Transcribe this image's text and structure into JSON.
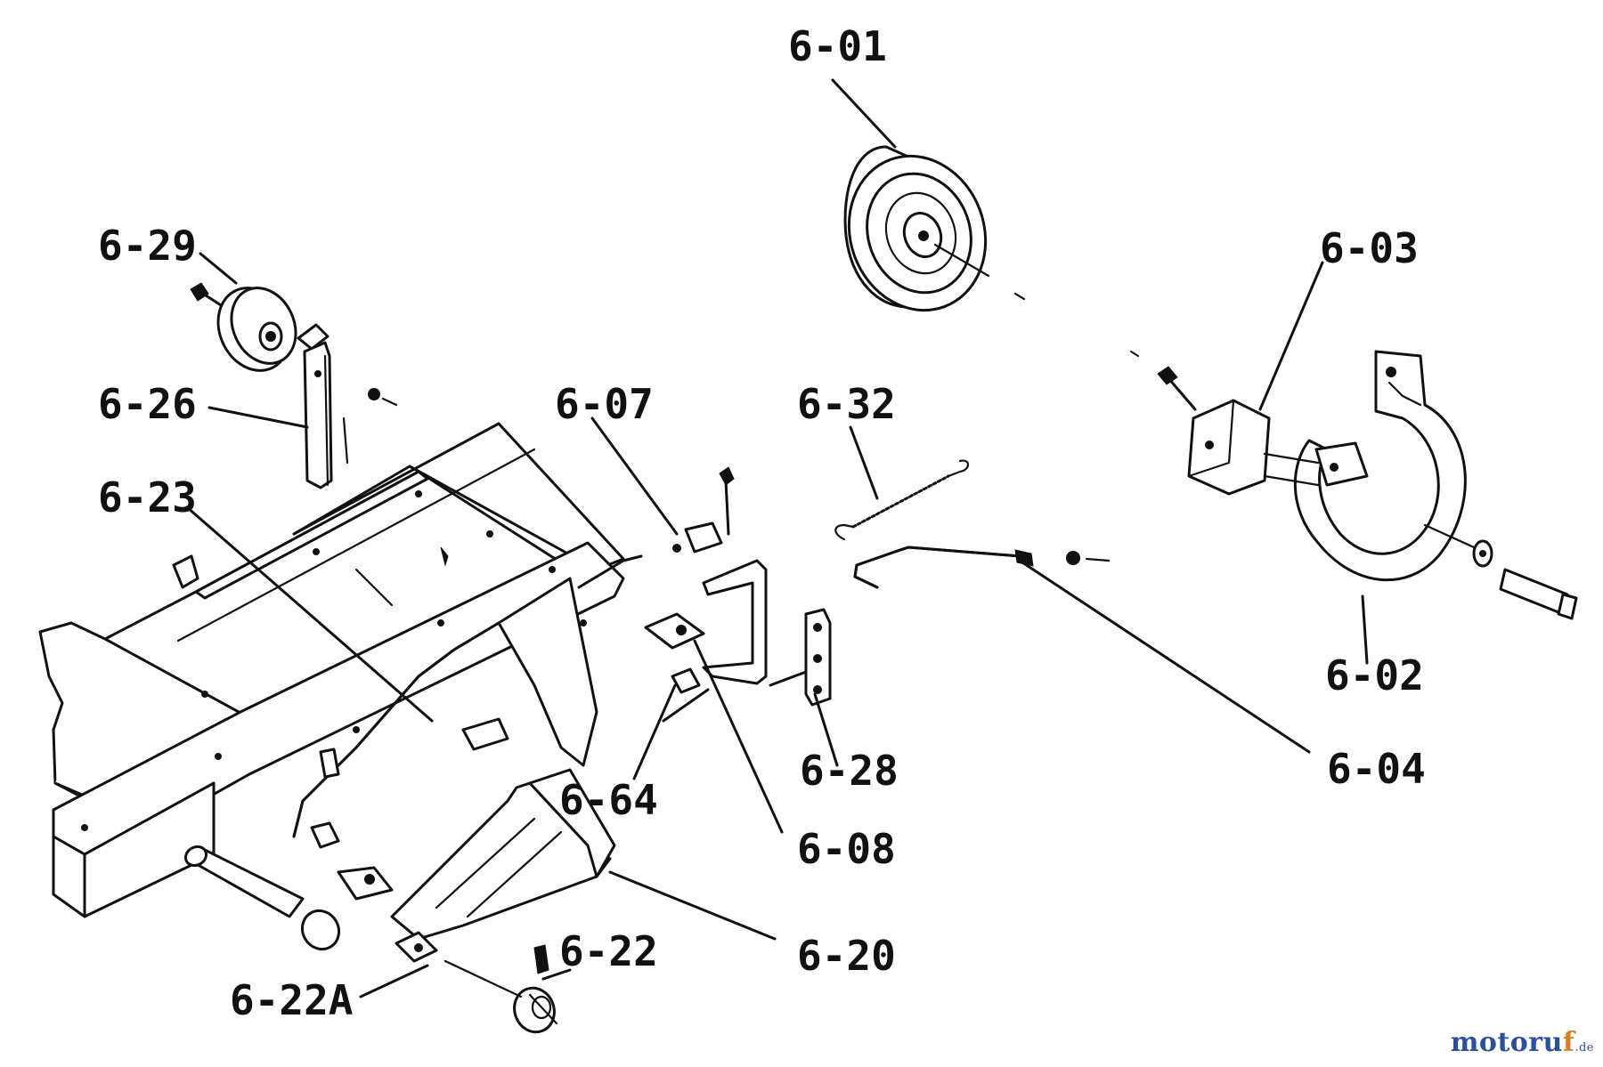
{
  "parts": [
    {
      "id": "p601",
      "label": "6-01"
    },
    {
      "id": "p603",
      "label": "6-03"
    },
    {
      "id": "p602",
      "label": "6-02"
    },
    {
      "id": "p604",
      "label": "6-04"
    },
    {
      "id": "p629",
      "label": "6-29"
    },
    {
      "id": "p626",
      "label": "6-26"
    },
    {
      "id": "p623",
      "label": "6-23"
    },
    {
      "id": "p607",
      "label": "6-07"
    },
    {
      "id": "p632",
      "label": "6-32"
    },
    {
      "id": "p628",
      "label": "6-28"
    },
    {
      "id": "p664",
      "label": "6-64"
    },
    {
      "id": "p608",
      "label": "6-08"
    },
    {
      "id": "p620",
      "label": "6-20"
    },
    {
      "id": "p622",
      "label": "6-22"
    },
    {
      "id": "p622a",
      "label": "6-22A"
    }
  ],
  "watermark": {
    "main": "motoru",
    "accent": "f",
    "suffix": ".de"
  },
  "colors": {
    "ink": "#111111",
    "background": "#ffffff",
    "watermark_blue": "#2c4f9e",
    "watermark_orange": "#e07a1f"
  }
}
